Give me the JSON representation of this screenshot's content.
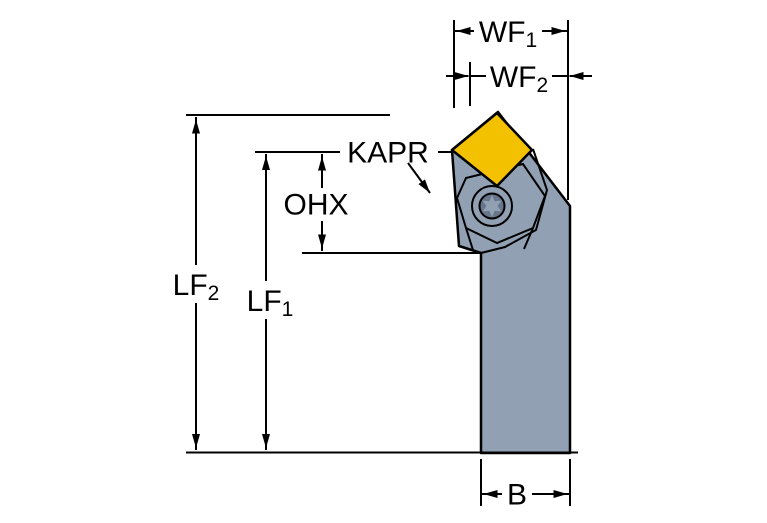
{
  "diagram": {
    "labels": {
      "wf1": {
        "base": "WF",
        "sub": "1"
      },
      "wf2": {
        "base": "WF",
        "sub": "2"
      },
      "kapr": "KAPR",
      "ohx": "OHX",
      "lf2": {
        "base": "LF",
        "sub": "2"
      },
      "lf1": {
        "base": "LF",
        "sub": "1"
      },
      "b": "B"
    },
    "colors": {
      "background": "#ffffff",
      "outline": "#000000",
      "body": "#91a1b3",
      "body_dark": "#67768a",
      "insert": "#f3c100"
    }
  }
}
